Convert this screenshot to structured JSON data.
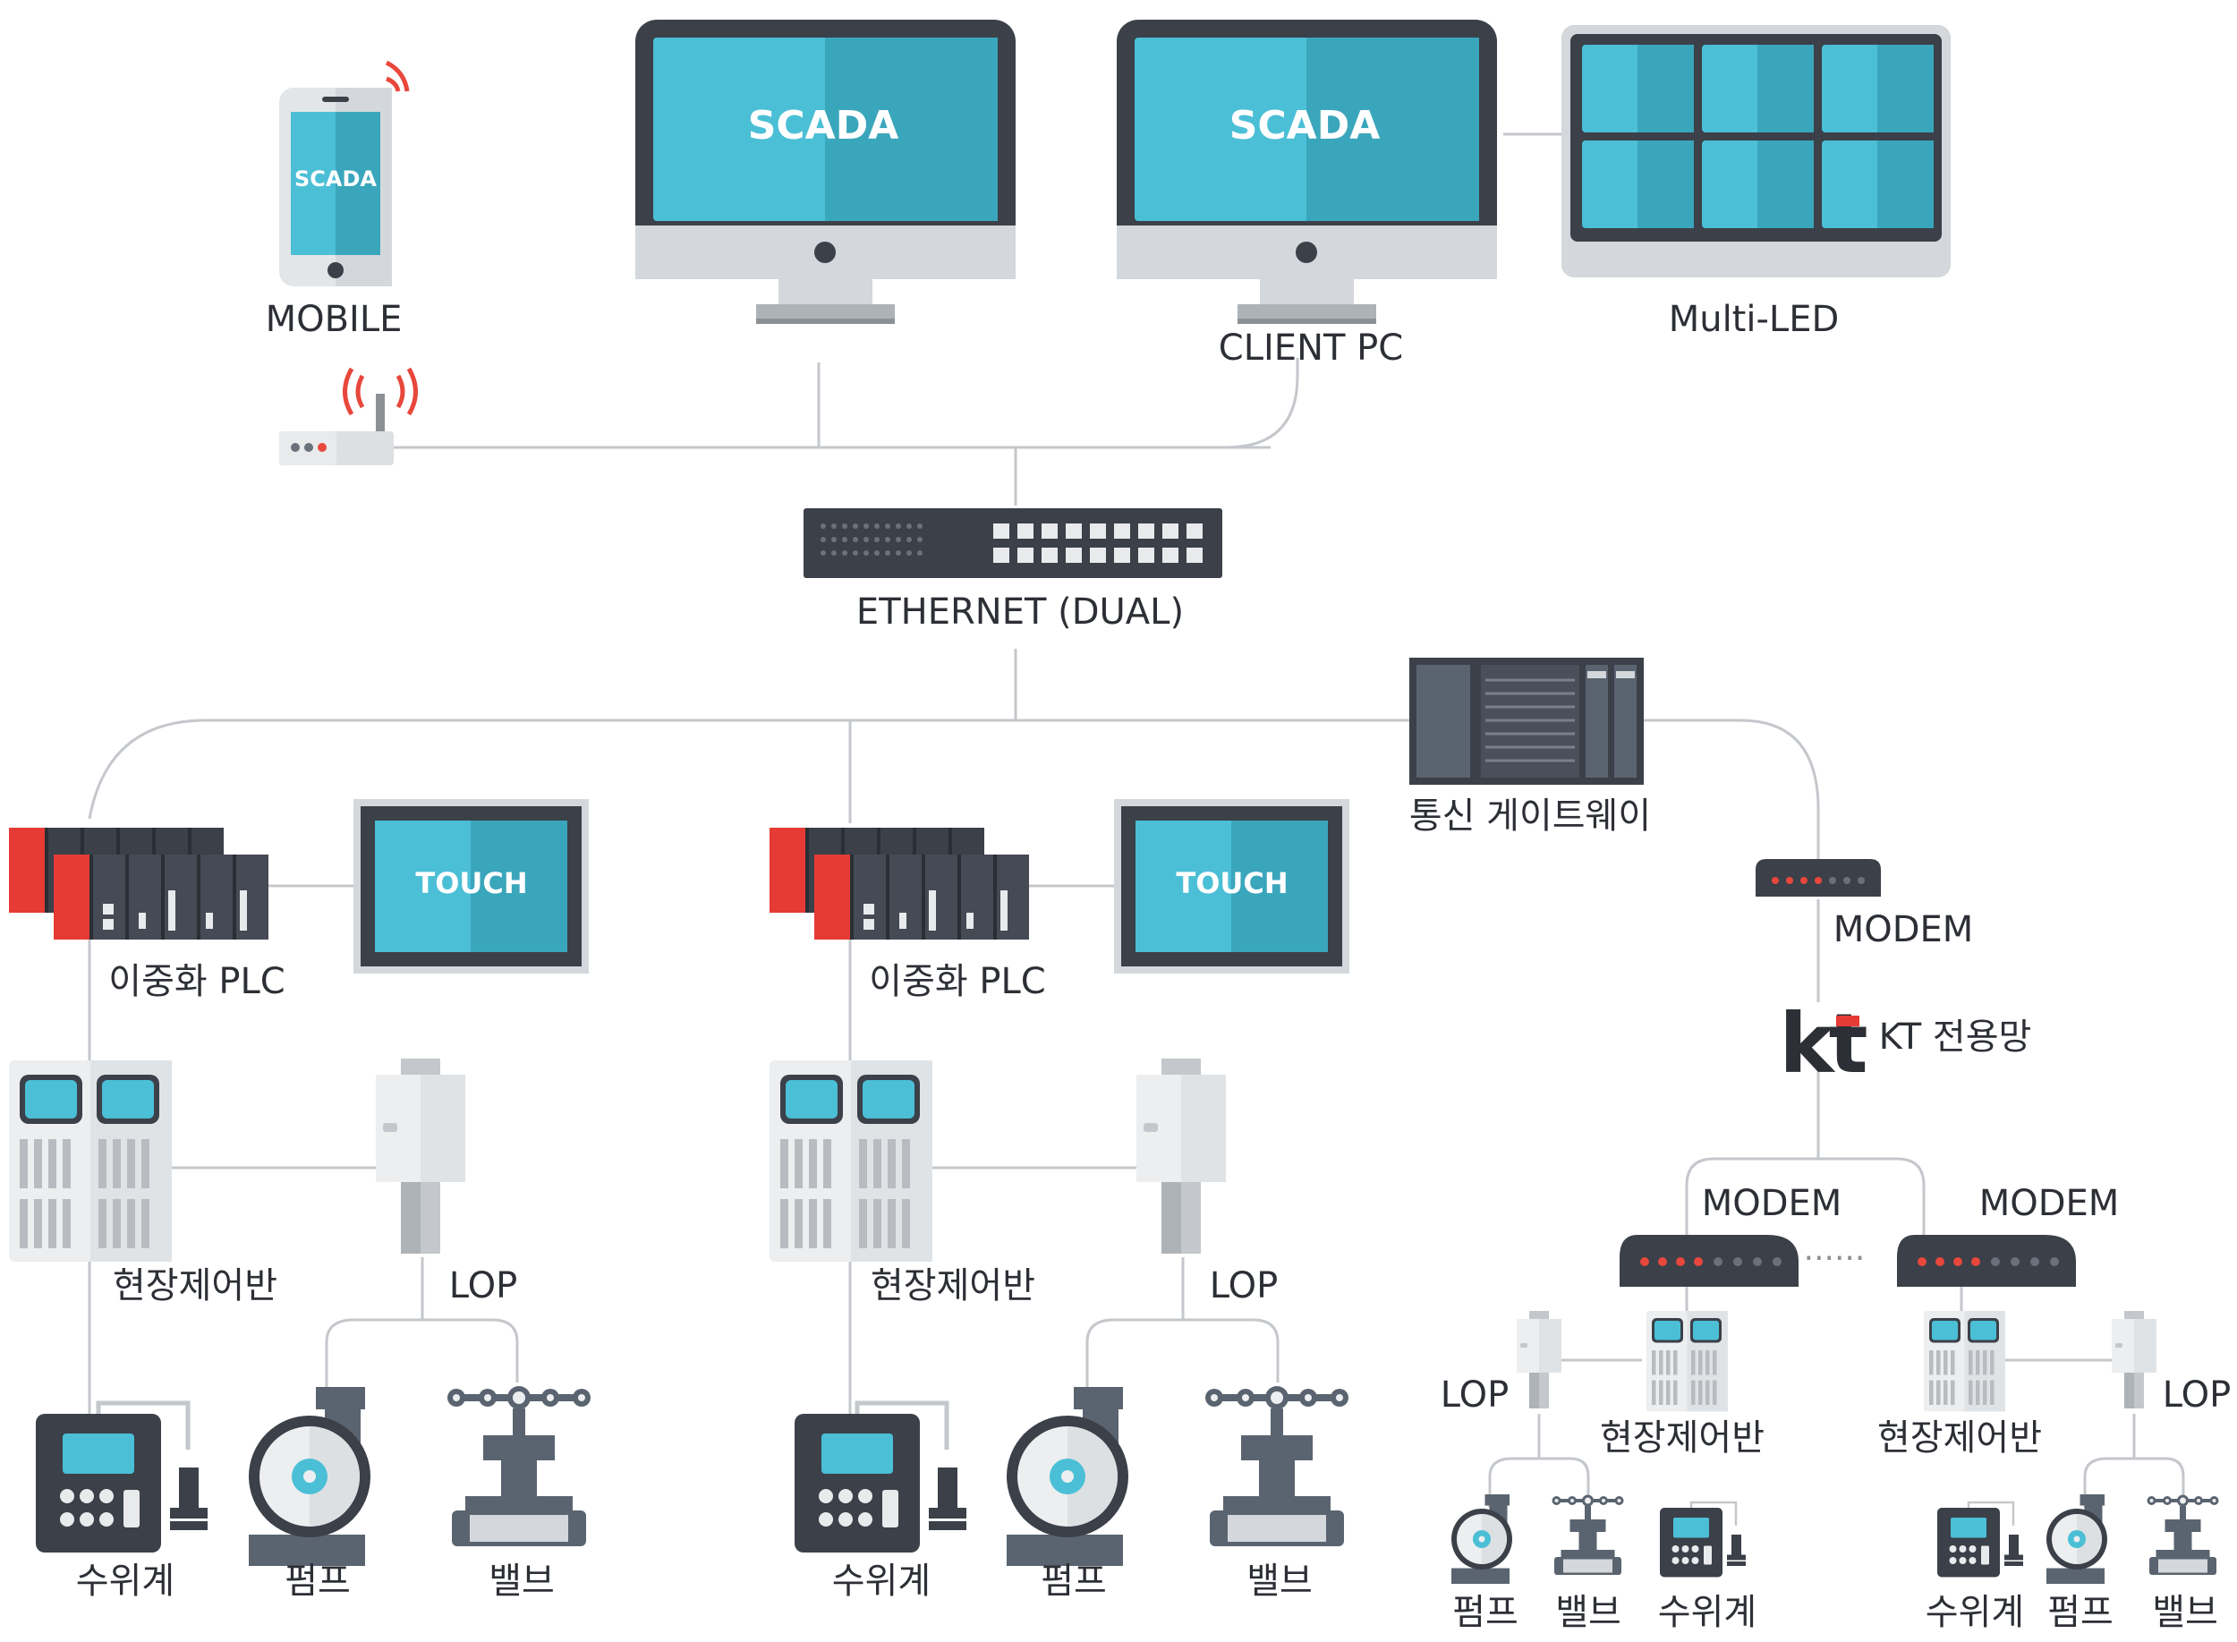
{
  "labels": {
    "scada": "SCADA",
    "mobile": "MOBILE",
    "client_pc": "CLIENT PC",
    "multi_led": "Multi-LED",
    "ethernet": "ETHERNET (DUAL)",
    "gateway": "통신 게이트웨이",
    "modem": "MODEM",
    "kt_logo": "kt",
    "kt_network": "KT 전용망",
    "touch": "TOUCH",
    "plc": "이중화 PLC",
    "field_panel": "현장제어반",
    "lop": "LOP",
    "level_meter": "수위계",
    "pump": "펌프",
    "valve": "밸브",
    "ellipsis": "······"
  },
  "colors": {
    "screen": "#4bbfd6",
    "screen_dark": "#3aa6bc",
    "device_dark": "#3b4049",
    "device_light": "#cfd3d8",
    "plc_red": "#e63b35",
    "signal_red": "#e8473c",
    "line": "#c4c7cb"
  }
}
